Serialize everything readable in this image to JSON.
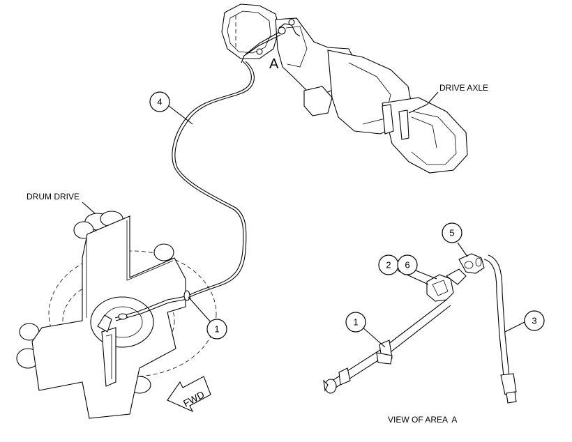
{
  "labels": {
    "drive_axle": "DRIVE AXLE",
    "drum_drive": "DRUM DRIVE",
    "view_of_area": "VIEW OF AREA  A",
    "area_marker": "A",
    "fwd": "FWD"
  },
  "callouts": {
    "c4": "4",
    "c1_main": "1",
    "c1_view": "1",
    "c2": "2",
    "c6": "6",
    "c5": "5",
    "c3": "3"
  }
}
